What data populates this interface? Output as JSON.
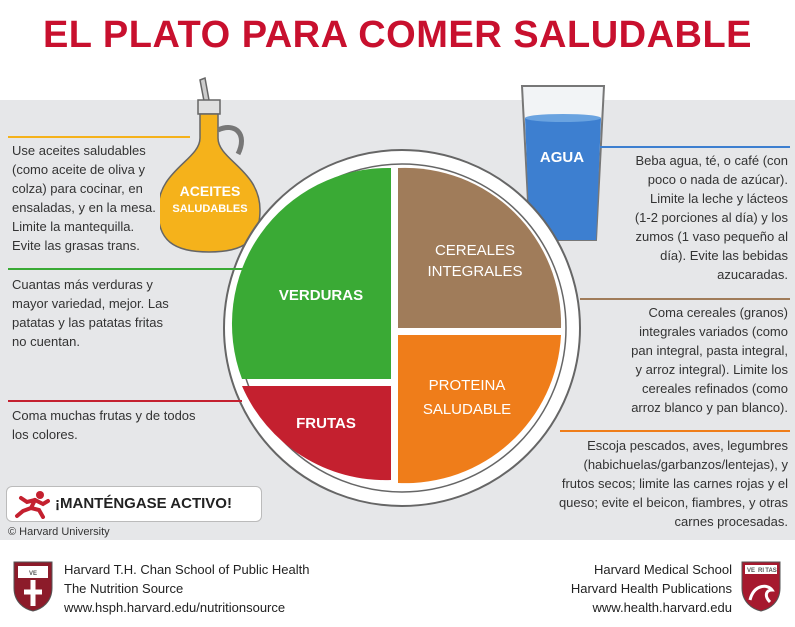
{
  "title": "EL PLATO PARA COMER SALUDABLE",
  "plate": {
    "verduras": "VERDURAS",
    "frutas": "FRUTAS",
    "cereales_1": "CEREALES",
    "cereales_2": "INTEGRALES",
    "proteina_1": "PROTEINA",
    "proteina_2": "SALUDABLE",
    "aceites_1": "ACEITES",
    "aceites_2": "SALUDABLES",
    "agua": "AGUA"
  },
  "notes": {
    "aceites": [
      "Use aceites saludables",
      "(como aceite de oliva y",
      "colza) para cocinar, en",
      "ensaladas, y en la mesa.",
      "Limite la mantequilla.",
      "Evite las grasas trans."
    ],
    "verduras": [
      "Cuantas más verduras y",
      "mayor variedad, mejor. Las",
      "patatas y las patatas fritas",
      "no cuentan."
    ],
    "frutas": [
      "Coma muchas frutas y de todos",
      "los colores."
    ],
    "agua": [
      "Beba agua, té, o café (con",
      "poco o nada de azúcar).",
      "Limite la leche y lácteos",
      "(1-2 porciones al día) y los",
      "zumos (1 vaso pequeño al",
      "día). Evite las bebidas",
      "azucaradas."
    ],
    "cereales": [
      "Coma cereales (granos)",
      "integrales variados (como",
      "pan integral, pasta integral,",
      "y arroz integral). Limite los",
      "cereales refinados (como",
      "arroz blanco y pan blanco)."
    ],
    "proteina": [
      "Escoja pescados, aves, legumbres",
      "(habichuelas/garbanzos/lentejas), y",
      "frutos secos; limite las carnes rojas y el",
      "queso; evite el beicon, fiambres, y otras",
      "carnes procesadas."
    ]
  },
  "active": "¡MANTÉNGASE ACTIVO!",
  "copyright": "© Harvard University",
  "footer_left": [
    "Harvard T.H. Chan School of Public Health",
    "The Nutrition Source",
    "www.hsph.harvard.edu/nutritionsource"
  ],
  "footer_right": [
    "Harvard Medical School",
    "Harvard Health Publications",
    "www.health.harvard.edu"
  ],
  "shield_text": [
    "VE",
    "RI",
    "TAS"
  ],
  "colors": {
    "title": "#c8102e",
    "verduras": "#3aaa35",
    "frutas": "#c4202f",
    "cereales": "#a07c5a",
    "proteina": "#ef7d1a",
    "aceite": "#f5b21b",
    "agua": "#3d7fd0",
    "band": "#e6e7e9"
  }
}
